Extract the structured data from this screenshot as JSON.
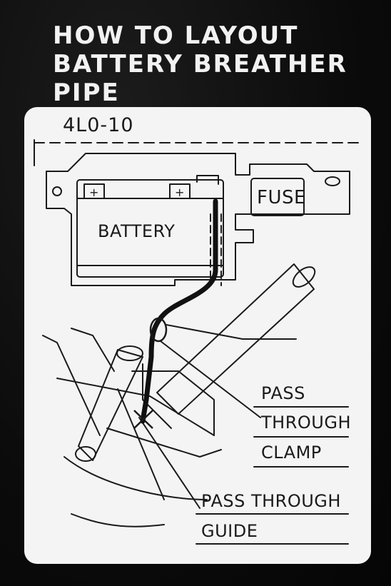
{
  "title_lines": [
    "HOW TO LAYOUT",
    "BATTERY BREATHER",
    "PIPE"
  ],
  "model_code": "4L0-10",
  "labels": {
    "battery": "BATTERY",
    "fuse": "FUSE",
    "terminal_left": "+",
    "terminal_right": "+",
    "clamp_line1": "PASS",
    "clamp_line2": "THROUGH",
    "clamp_line3": "CLAMP",
    "guide_line1": "PASS THROUGH",
    "guide_line2": "GUIDE"
  },
  "colors": {
    "plate": "#0d0d0d",
    "panel": "#f4f4f4",
    "ink": "#1a1a1a",
    "title": "#f2f2f2"
  }
}
